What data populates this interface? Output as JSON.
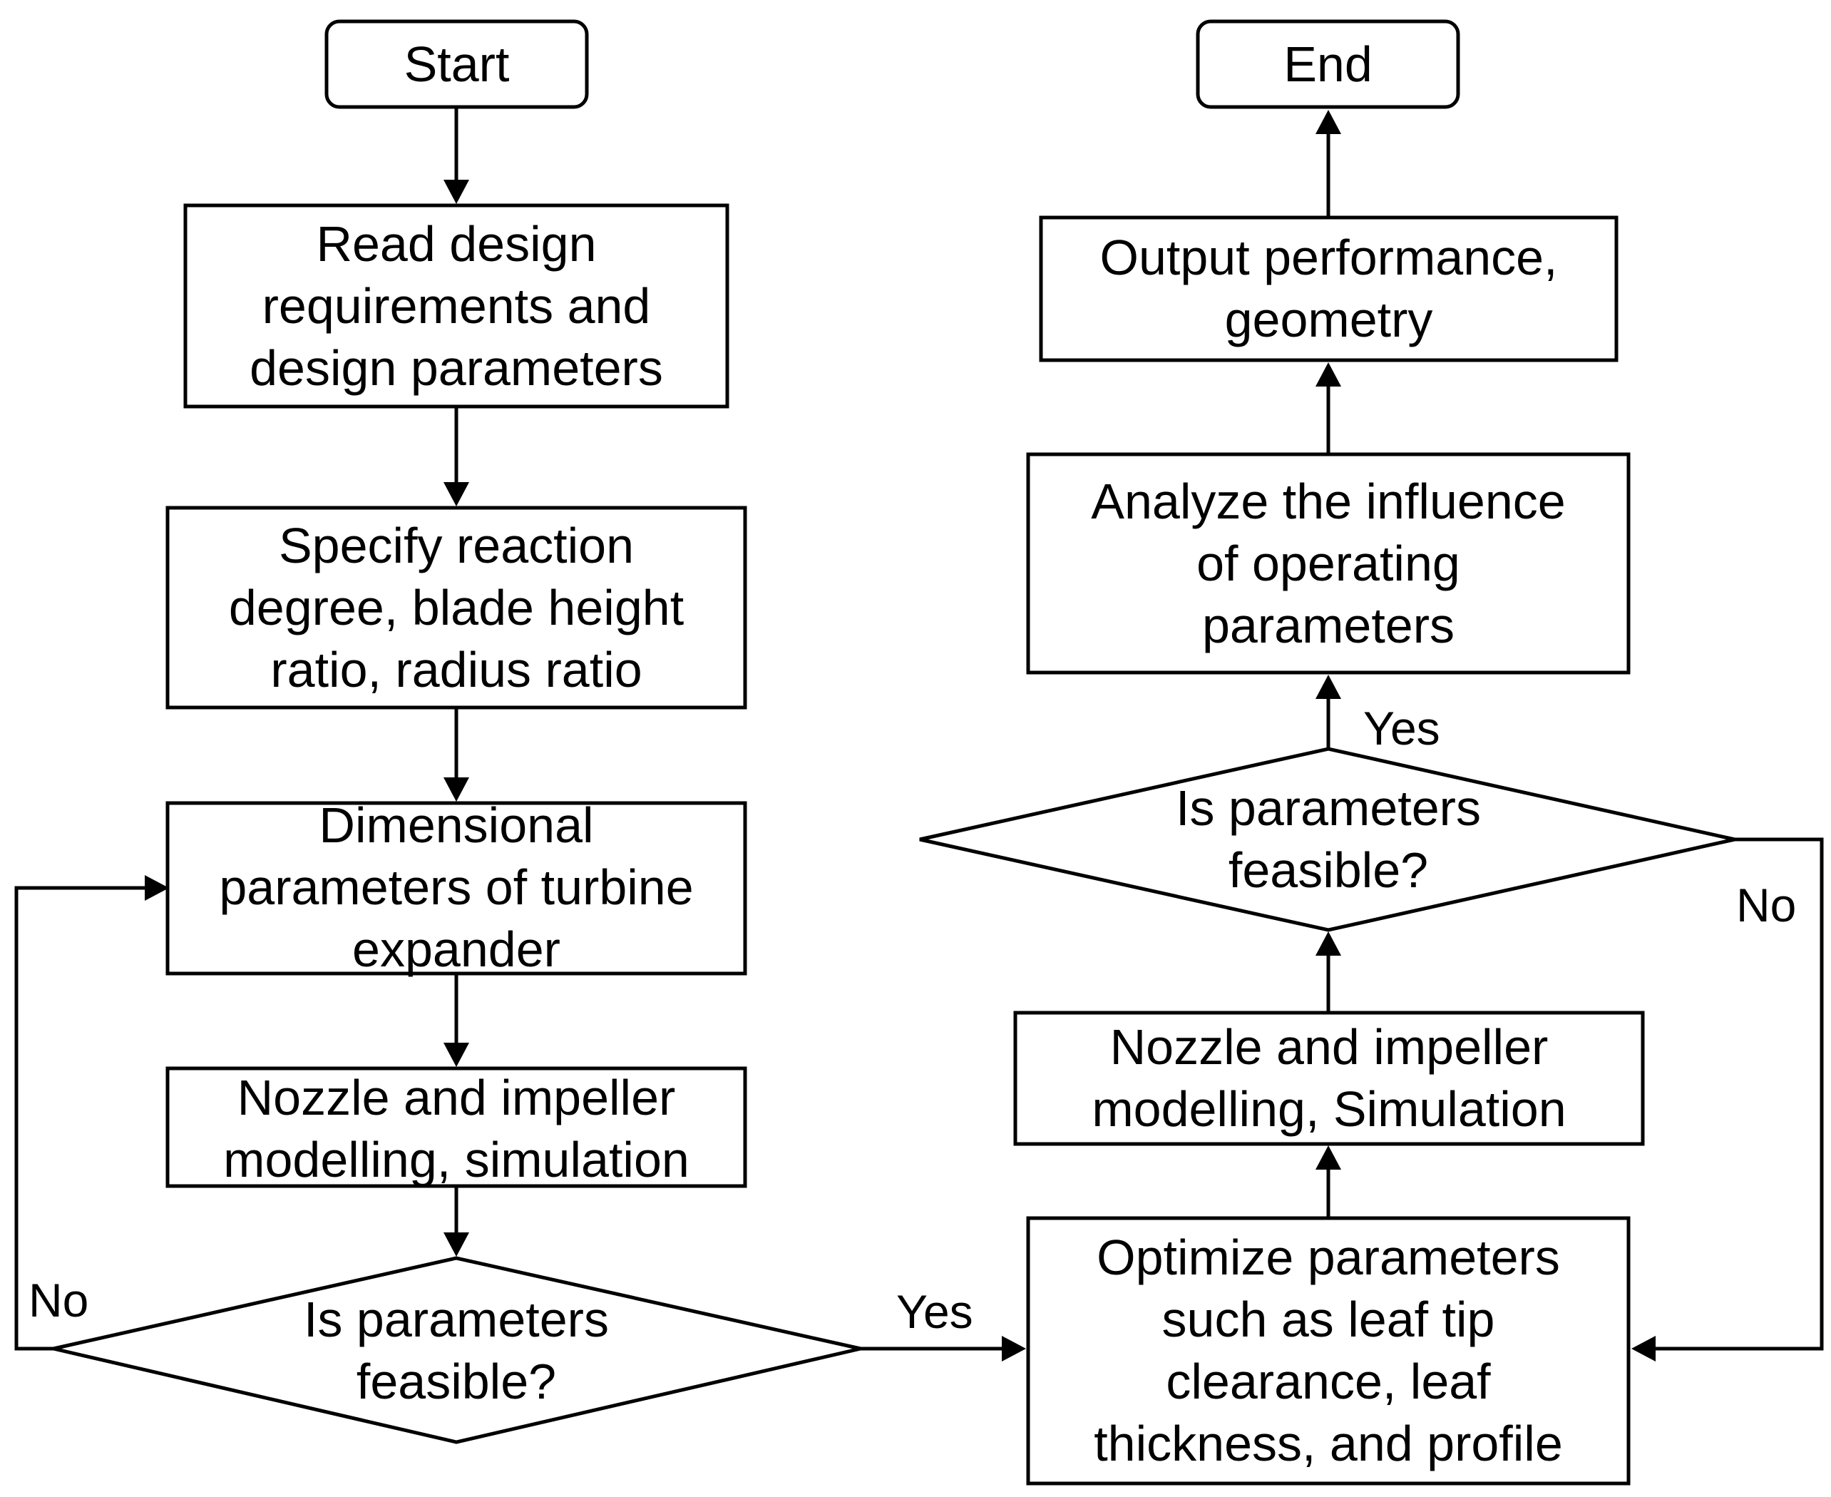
{
  "nodes": {
    "start": {
      "lines": [
        "Start"
      ]
    },
    "read": {
      "lines": [
        "Read design",
        "requirements and",
        "design parameters"
      ]
    },
    "specify": {
      "lines": [
        "Specify reaction",
        "degree, blade height",
        "ratio, radius ratio"
      ]
    },
    "dimensional": {
      "lines": [
        "Dimensional",
        "parameters of turbine",
        "expander"
      ]
    },
    "model_left": {
      "lines": [
        "Nozzle and impeller",
        "modelling, simulation"
      ]
    },
    "decision_left": {
      "lines": [
        "Is parameters",
        "feasible?"
      ]
    },
    "optimize": {
      "lines": [
        "Optimize parameters",
        "such as leaf tip",
        "clearance, leaf",
        "thickness, and profile"
      ]
    },
    "model_right": {
      "lines": [
        "Nozzle and impeller",
        "modelling, Simulation"
      ]
    },
    "decision_right": {
      "lines": [
        "Is parameters",
        "feasible?"
      ]
    },
    "analyze": {
      "lines": [
        "Analyze  the influence",
        "of operating",
        "parameters"
      ]
    },
    "output": {
      "lines": [
        "Output performance,",
        "geometry"
      ]
    },
    "end": {
      "lines": [
        "End"
      ]
    }
  },
  "edge_labels": {
    "left_no": "No",
    "left_yes": "Yes",
    "right_yes": "Yes",
    "right_no": "No"
  }
}
